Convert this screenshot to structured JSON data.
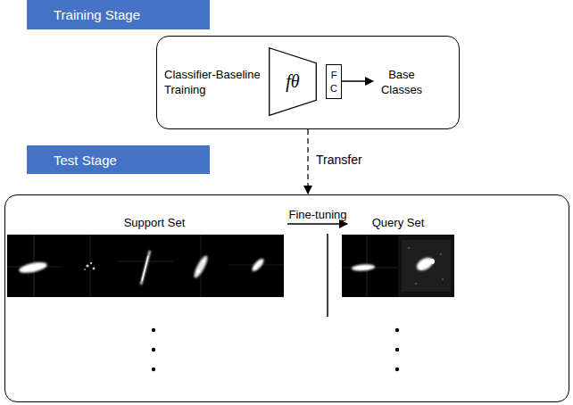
{
  "diagram": {
    "nodes": [
      {
        "text": [
          "Training Stage"
        ]
      },
      {
        "text": [
          "Classifier-Baseline Training",
          "Base Classes"
        ]
      },
      {
        "text": [
          "fθ"
        ],
        "in": 1
      },
      {
        "text": [
          "F C"
        ],
        "in": 1
      },
      {
        "text": [
          "Test Stage"
        ]
      },
      {
        "text": [
          "Support Set",
          "Fine-tuning",
          "Query Set"
        ]
      }
    ],
    "edges": [
      {
        "from": 1,
        "to": 5,
        "arrow": "to",
        "label": "Transfer"
      }
    ]
  }
}
